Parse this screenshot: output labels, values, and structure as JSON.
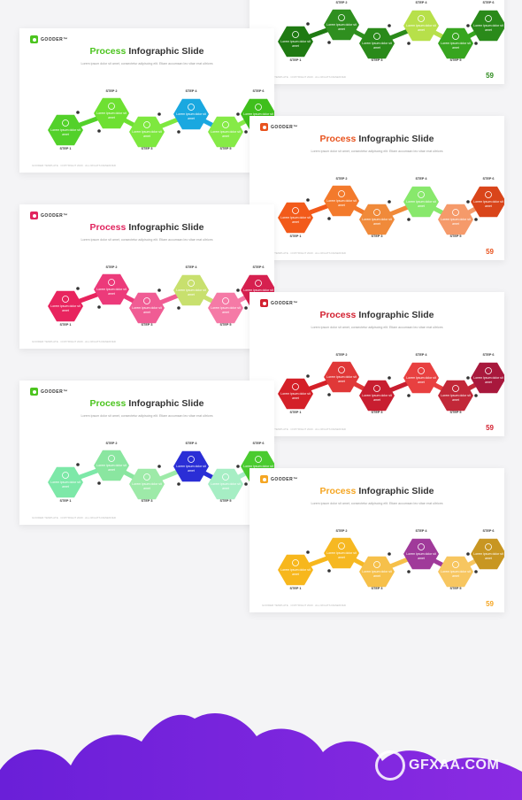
{
  "title_prefix": "Process",
  "title_rest": "Infographic Slide",
  "subtitle": "Lorem ipsum dolor sit amet, consectetur adipiscing elit. Etiam accumsan leo vitae erat ultrices",
  "brand": "GOODER™",
  "footer": "GOODER TEMPLATE · COPYRIGHT 2020 · ALL RIGHTS RESERVED",
  "page_number": "59",
  "hex_text": "Lorem ipsum dolor sit amet",
  "steps": [
    "STEP 1",
    "STEP 2",
    "STEP 3",
    "STEP 4",
    "STEP 5",
    "STEP 6"
  ],
  "slides": [
    {
      "id": "top-right-partial",
      "accent": "#2e8b1e",
      "colors": [
        "#1f7a12",
        "#2f8f1f",
        "#2a8a1a",
        "#b7e04a",
        "#37a51f",
        "#2a8a1a"
      ]
    },
    {
      "id": "green",
      "accent": "#4cc41f",
      "colors": [
        "#53d12a",
        "#6ee032",
        "#7ee83f",
        "#1aa8e0",
        "#86ea47",
        "#3fbf1c"
      ]
    },
    {
      "id": "orange",
      "accent": "#e8531e",
      "colors": [
        "#f25a1a",
        "#f37a2c",
        "#f08a3a",
        "#88e86c",
        "#f59a6a",
        "#d9451a"
      ]
    },
    {
      "id": "pink",
      "accent": "#e0245e",
      "colors": [
        "#e8245e",
        "#ec3a7a",
        "#f05c94",
        "#c8e06e",
        "#f57aa6",
        "#d6204f"
      ]
    },
    {
      "id": "red",
      "accent": "#d32030",
      "colors": [
        "#d42028",
        "#e03838",
        "#c81e30",
        "#e84040",
        "#c22838",
        "#a8183c"
      ]
    },
    {
      "id": "mint",
      "accent": "#4cc41f",
      "colors": [
        "#7de8a8",
        "#8ae6a0",
        "#9deaa8",
        "#2a2ed6",
        "#a6eec4",
        "#4acb2f"
      ]
    },
    {
      "id": "yellow",
      "accent": "#f5a623",
      "colors": [
        "#f7b71d",
        "#f6b822",
        "#f6c04a",
        "#a03a9a",
        "#f7c660",
        "#c89622"
      ]
    }
  ],
  "watermark": "GFXAA.COM"
}
